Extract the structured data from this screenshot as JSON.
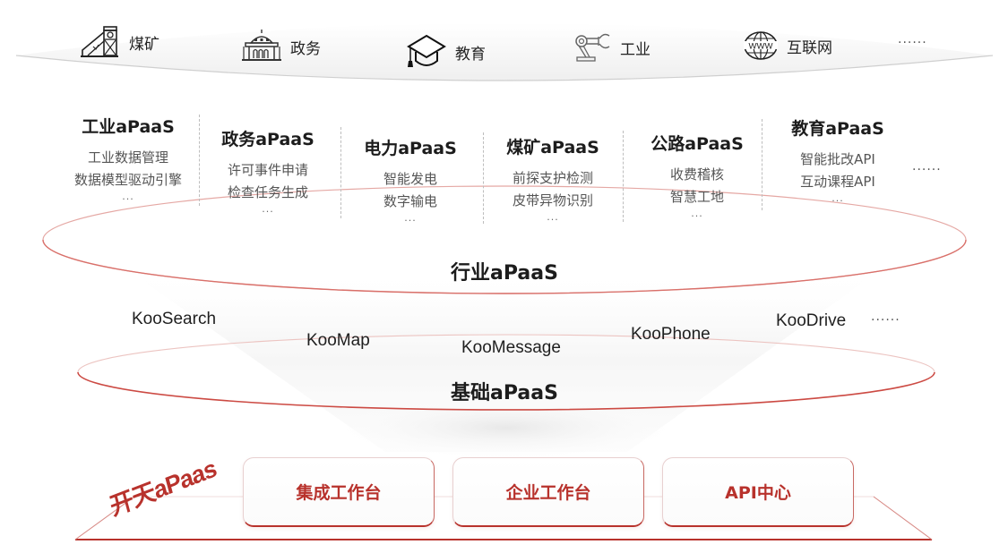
{
  "colors": {
    "accent_red": "#b8322c",
    "ellipse_red": "#d9706a",
    "title_text": "#1c1c1c",
    "item_text": "#555555"
  },
  "industries": {
    "items": [
      {
        "label": "煤矿",
        "icon": "coal-mine-icon"
      },
      {
        "label": "政务",
        "icon": "government-building-icon"
      },
      {
        "label": "教育",
        "icon": "graduation-cap-icon"
      },
      {
        "label": "工业",
        "icon": "robot-arm-icon"
      },
      {
        "label": "互联网",
        "icon": "www-globe-icon"
      }
    ],
    "more": "······"
  },
  "industry_apaas": {
    "columns": [
      {
        "title": "工业aPaaS",
        "items": [
          "工业数据管理",
          "数据模型驱动引擎"
        ],
        "ellipsis": "..."
      },
      {
        "title": "政务aPaaS",
        "items": [
          "许可事件申请",
          "检查任务生成"
        ],
        "ellipsis": "..."
      },
      {
        "title": "电力aPaaS",
        "items": [
          "智能发电",
          "数字输电"
        ],
        "ellipsis": "..."
      },
      {
        "title": "煤矿aPaaS",
        "items": [
          "前探支护检测",
          "皮带异物识别"
        ],
        "ellipsis": "..."
      },
      {
        "title": "公路aPaaS",
        "items": [
          "收费稽核",
          "智慧工地"
        ],
        "ellipsis": "..."
      },
      {
        "title": "教育aPaaS",
        "items": [
          "智能批改API",
          "互动课程API"
        ],
        "ellipsis": "..."
      }
    ],
    "more": "······",
    "layer_title": "行业aPaaS"
  },
  "base_apaas": {
    "services": [
      "KooSearch",
      "KooMap",
      "KooMessage",
      "KooPhone",
      "KooDrive"
    ],
    "more": "······",
    "layer_title": "基础aPaaS"
  },
  "platform": {
    "brand": "开天aPaas",
    "cards": [
      "集成工作台",
      "企业工作台",
      "API中心"
    ]
  }
}
